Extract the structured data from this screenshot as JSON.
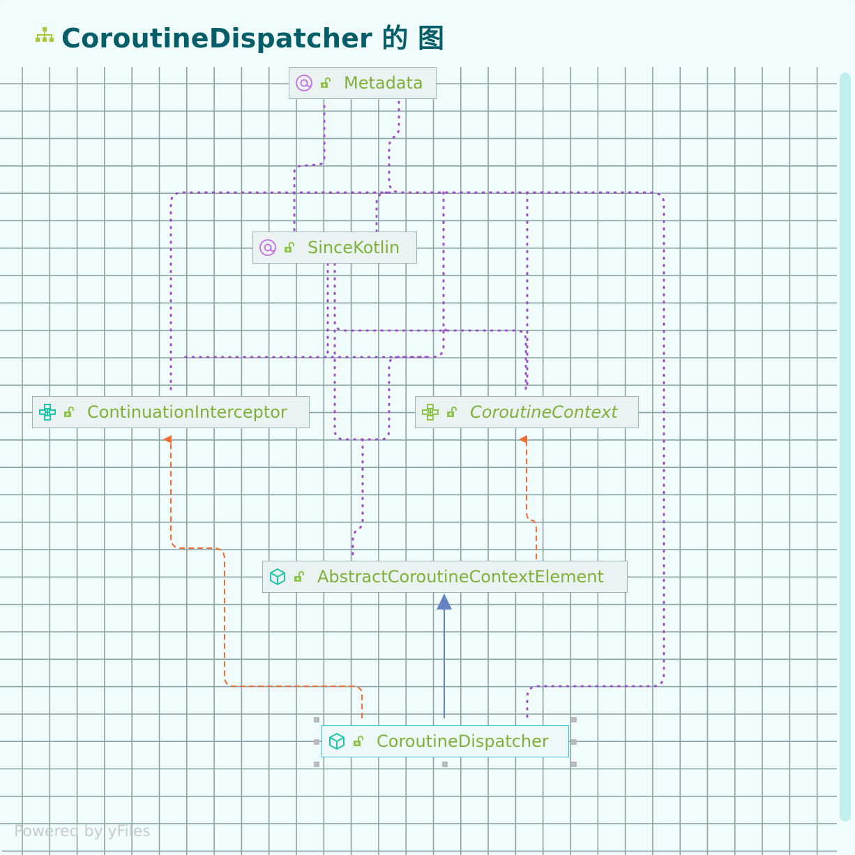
{
  "header": {
    "title": "CoroutineDispatcher 的 图",
    "icon": "hierarchy-icon"
  },
  "nodes": [
    {
      "id": "metadata",
      "label": "Metadata",
      "kind": "annotation-icon",
      "italic": false
    },
    {
      "id": "sincekotlin",
      "label": "SinceKotlin",
      "kind": "annotation-icon",
      "italic": false
    },
    {
      "id": "continuationinterceptor",
      "label": "ContinuationInterceptor",
      "kind": "interface-icon",
      "italic": false
    },
    {
      "id": "coroutinecontext",
      "label": "CoroutineContext",
      "kind": "interface-icon",
      "italic": true
    },
    {
      "id": "abstractcoroutinecontextelement",
      "label": "AbstractCoroutineContextElement",
      "kind": "class-icon",
      "italic": false
    },
    {
      "id": "coroutinedispatcher",
      "label": "CoroutineDispatcher",
      "kind": "class-icon",
      "italic": false,
      "selected": true
    }
  ],
  "edges": [
    {
      "from": "coroutinedispatcher",
      "to": "abstractcoroutinecontextelement",
      "kind": "extends"
    },
    {
      "from": "coroutinedispatcher",
      "to": "continuationinterceptor",
      "kind": "implements"
    },
    {
      "from": "abstractcoroutinecontextelement",
      "to": "coroutinecontext",
      "kind": "implements"
    }
  ],
  "colors": {
    "title": "#055d68",
    "label": "#7fb03a",
    "grid": "#8aa3a5",
    "extends_edge": "#6683c4",
    "implements_edge": "#f06c35",
    "annotation_edge": "#9b4fc9",
    "annotation_icon": "#c27be0",
    "interface_icon": "#1fc5a8",
    "lock_icon": "#8fc44c"
  },
  "footer": {
    "text": "Powered by yFiles"
  }
}
